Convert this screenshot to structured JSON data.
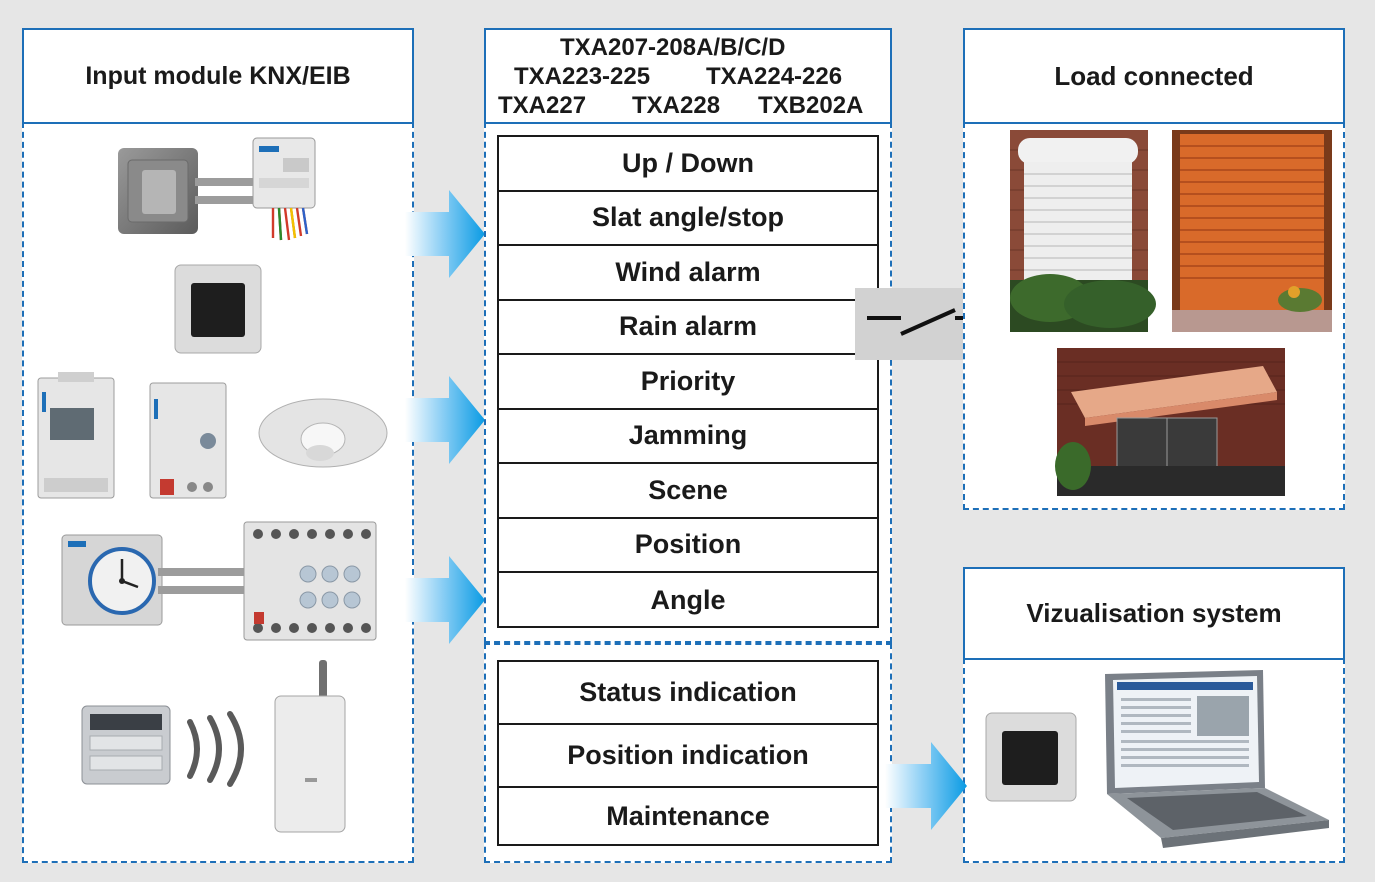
{
  "input_module": {
    "title": "Input module KNX/EIB"
  },
  "models": {
    "line1": "TXA207-208A/B/C/D",
    "line2a": "TXA223-225",
    "line2b": "TXA224-226",
    "line3a": "TXA227",
    "line3b": "TXA228",
    "line3c": "TXB202A"
  },
  "functions": [
    "Up / Down",
    "Slat angle/stop",
    "Wind alarm",
    "Rain alarm",
    "Priority",
    "Jamming",
    "Scene",
    "Position",
    "Angle"
  ],
  "indications": [
    "Status indication",
    "Position indication",
    "Maintenance"
  ],
  "load": {
    "title": "Load connected"
  },
  "visualisation": {
    "title": "Vizualisation system"
  },
  "colors": {
    "border_blue": "#1d6fb8",
    "arrow_blue": "#14a0e6",
    "background_gray": "#e6e6e6"
  },
  "icons": [
    "wall-switch-icon",
    "binary-input-module-icon",
    "touch-panel-icon",
    "din-timer-icon",
    "din-dimmer-icon",
    "motion-detector-icon",
    "analog-timer-icon",
    "shutter-actuator-icon",
    "radio-remote-icon",
    "wireless-signal-icon",
    "radio-receiver-icon",
    "roller-shutter-icon",
    "venetian-blind-icon",
    "awning-icon",
    "laptop-icon",
    "relay-contact-icon"
  ]
}
